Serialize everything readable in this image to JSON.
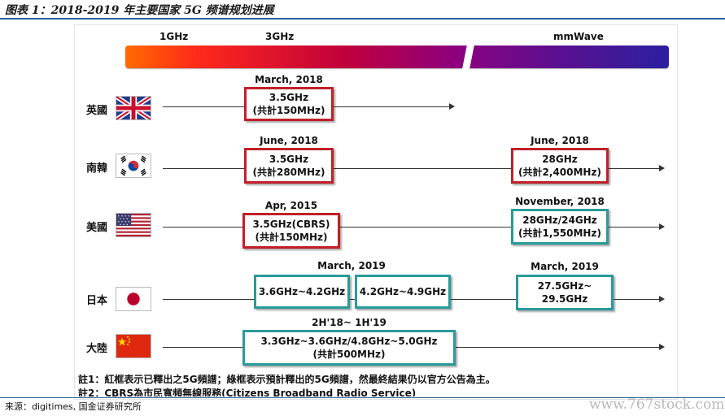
{
  "header": {
    "title": "图表 1：2018-2019 年主要国家 5G 频谱规划进展"
  },
  "freq_scale": {
    "low": "1GHz",
    "mid": "3GHz",
    "high": "mmWave"
  },
  "countries": {
    "uk": {
      "name": "英國",
      "date1": "March, 2018",
      "box1_line1": "3.5GHz",
      "box1_line2": "(共計150MHz)"
    },
    "kr": {
      "name": "南韓",
      "date1": "June, 2018",
      "box1_line1": "3.5GHz",
      "box1_line2": "(共計280MHz)",
      "date2": "June, 2018",
      "box2_line1": "28GHz",
      "box2_line2": "(共計2,400MHz)"
    },
    "us": {
      "name": "美國",
      "date1": "Apr, 2015",
      "box1_line1": "3.5GHz(CBRS)",
      "box1_line2": "(共計150MHz)",
      "date2": "November, 2018",
      "box2_line1": "28GHz/24GHz",
      "box2_line2": "(共計1,550MHz)"
    },
    "jp": {
      "name": "日本",
      "date1": "March, 2019",
      "box1_line1": "3.6GHz~4.2GHz",
      "box1b_line1": "4.2GHz~4.9GHz",
      "date2": "March, 2019",
      "box2_line1": "27.5GHz~",
      "box2_line2": "29.5GHz"
    },
    "cn": {
      "name": "大陸",
      "date1": "2H'18~ 1H'19",
      "box1_line1": "3.3GHz~3.6GHz/4.8GHz~5.0GHz",
      "box1_line2": "(共計500MHz)"
    }
  },
  "notes": {
    "note1": "註1：紅框表示已釋出之5G頻譜；綠框表示預計釋出的5G頻譜，然最終結果仍以官方公告為主。",
    "note2": "註2：CBRS為市民寬頻無線服務(Citizens Broadband Radio Service)"
  },
  "source": "来源：digitimes, 国金证券研究所",
  "watermark": "www.767stock.com",
  "colors": {
    "released": "#c0202a",
    "planned": "#2a9a9a",
    "header_rule": "#2a5a9a"
  }
}
